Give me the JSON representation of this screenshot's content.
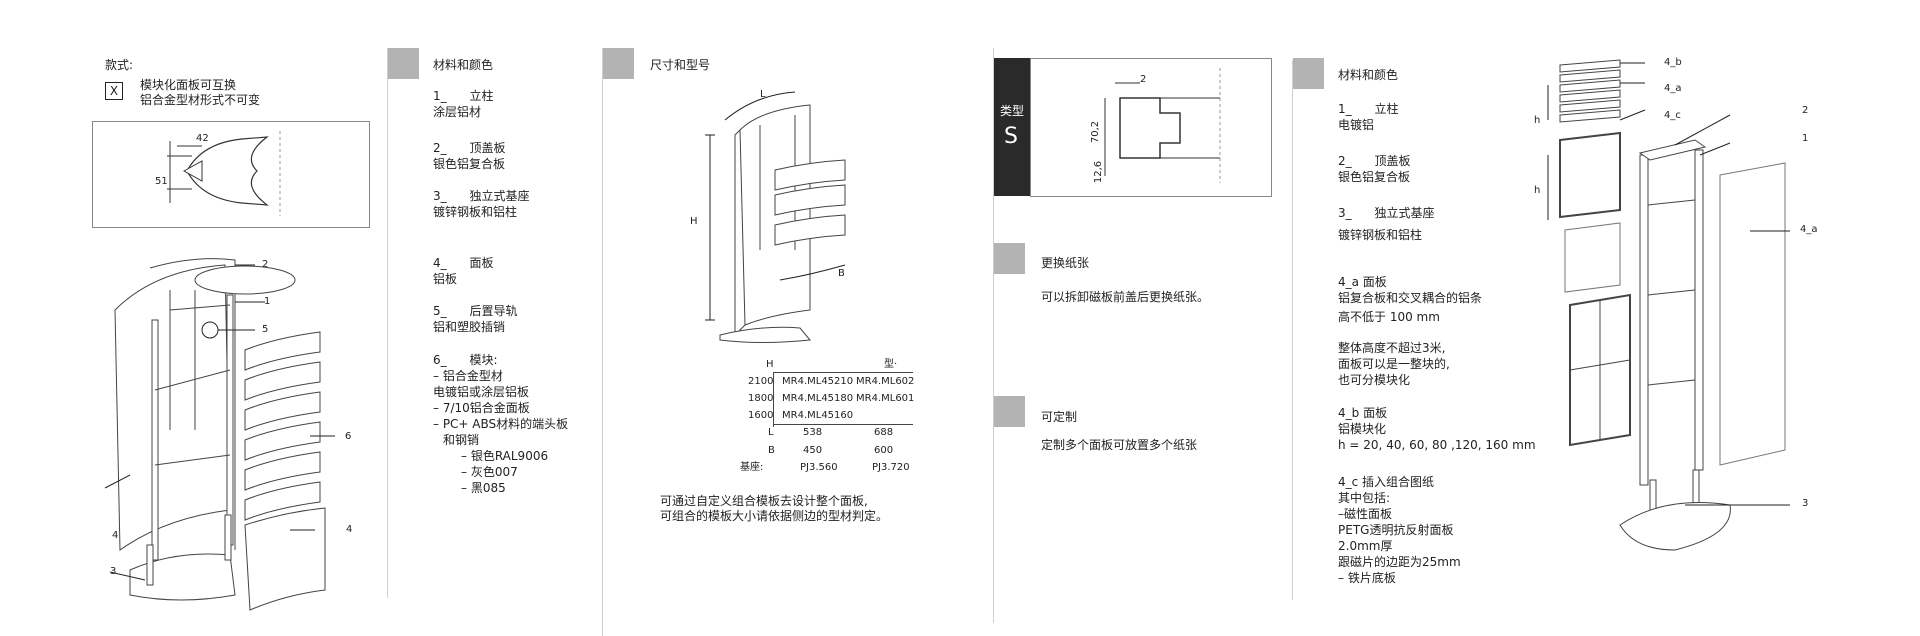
{
  "panel1": {
    "style_label": "款式:",
    "x_symbol": "X",
    "style_lines": [
      "模块化面板可互换",
      "铝合金型材形式不可变"
    ],
    "dim_42": "42",
    "dim_51": "51",
    "callouts": [
      "2",
      "1",
      "5",
      "6",
      "4",
      "4",
      "3"
    ]
  },
  "panel2": {
    "header": "材料和颜色",
    "items": [
      {
        "num": "1_",
        "title": "立柱",
        "desc": "涂层铝材"
      },
      {
        "num": "2_",
        "title": "顶盖板",
        "desc": "银色铝复合板"
      },
      {
        "num": "3_",
        "title": "独立式基座",
        "desc": "镀锌钢板和铝柱"
      },
      {
        "num": "4_",
        "title": "面板",
        "desc": "铝板"
      },
      {
        "num": "5_",
        "title": "后置导轨",
        "desc": "铝和塑胶插销"
      },
      {
        "num": "6_",
        "title": "模块:",
        "desc": "– 铝合金型材"
      }
    ],
    "module_lines": [
      "电镀铝或涂层铝板",
      "– 7/10铝合金面板",
      "– PC+ ABS材料的端头板",
      "和钢销"
    ],
    "colors": [
      "– 银色RAL9006",
      "– 灰色007",
      "– 黑085"
    ]
  },
  "panel3": {
    "header": "尺寸和型号",
    "dim_L": "L",
    "dim_H": "H",
    "dim_B": "B",
    "table": {
      "h_label": "H",
      "type_label": "型·",
      "rows": [
        {
          "h": "2100",
          "a": "MR4.ML45210",
          "b": "MR4.ML602"
        },
        {
          "h": "1800",
          "a": "MR4.ML45180",
          "b": "MR4.ML601"
        },
        {
          "h": "1600",
          "a": "MR4.ML45160",
          "b": ""
        }
      ],
      "l_label": "L",
      "l_values": [
        "538",
        "688"
      ],
      "b_label": "B",
      "b_values": [
        "450",
        "600"
      ],
      "base_label": "基座:",
      "base_values": [
        "PJ3.560",
        "PJ3.720"
      ]
    },
    "note": [
      "可通过自定义组合模板去设计整个面板,",
      "可组合的模板大小请依据侧边的型材判定。"
    ]
  },
  "panel4": {
    "type_label": "类型",
    "type_letter": "S",
    "dim_2": "2",
    "dim_70": "70,2",
    "dim_12": "12,6",
    "sections": [
      {
        "title": "更换纸张",
        "desc": "可以拆卸磁板前盖后更换纸张。"
      },
      {
        "title": "可定制",
        "desc": "定制多个面板可放置多个纸张"
      }
    ]
  },
  "panel5": {
    "header": "材料和颜色",
    "items": [
      {
        "num": "1_",
        "title": "立柱",
        "desc": "电镀铝"
      },
      {
        "num": "2_",
        "title": "顶盖板",
        "desc": "银色铝复合板"
      },
      {
        "num": "3_",
        "title": "独立式基座",
        "desc": "镀锌钢板和铝柱"
      }
    ],
    "item4a": {
      "title": "4_a    面板",
      "lines": [
        "铝复合板和交叉耦合的铝条",
        "高不低于 100 mm"
      ]
    },
    "note_lines": [
      "整体高度不超过3米,",
      "面板可以是一整块的,",
      "也可分模块化"
    ],
    "item4b": {
      "title": "4_b    面板",
      "lines": [
        "铝模块化",
        "h = 20, 40, 60, 80 ,120, 160 mm"
      ]
    },
    "item4c": {
      "title": "4_c  插入组合图纸",
      "lines": [
        "其中包括:",
        "–磁性面板",
        "PETG透明抗反射面板",
        "2.0mm厚",
        "跟磁片的边距为25mm",
        "– 铁片底板"
      ]
    },
    "callouts": [
      "4_b",
      "4_a",
      "4_c",
      "2",
      "1",
      "4_a",
      "3"
    ],
    "h_marks": [
      "h",
      "h"
    ]
  }
}
